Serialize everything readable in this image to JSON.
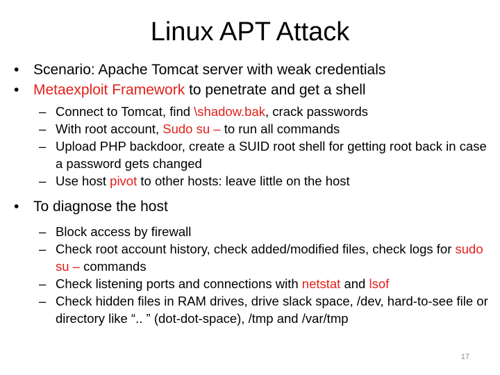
{
  "title": "Linux APT Attack",
  "bullets": [
    {
      "parts": [
        {
          "text": "Scenario: Apache Tomcat server with weak credentials",
          "red": false
        }
      ]
    },
    {
      "parts": [
        {
          "text": "Metaexploit Framework",
          "red": true
        },
        {
          "text": " to penetrate and get a shell",
          "red": false
        }
      ]
    }
  ],
  "sub1": [
    {
      "parts": [
        {
          "text": "Connect to Tomcat, find ",
          "red": false
        },
        {
          "text": "\\shadow.bak",
          "red": true
        },
        {
          "text": ", crack passwords",
          "red": false
        }
      ]
    },
    {
      "parts": [
        {
          "text": "With root account, ",
          "red": false
        },
        {
          "text": "Sudo su –",
          "red": true
        },
        {
          "text": " to run all commands",
          "red": false
        }
      ]
    },
    {
      "parts": [
        {
          "text": "Upload PHP backdoor, create a SUID root shell for getting root back in case a password gets changed",
          "red": false
        }
      ]
    },
    {
      "parts": [
        {
          "text": "Use host ",
          "red": false
        },
        {
          "text": "pivot",
          "red": true
        },
        {
          "text": " to other hosts: leave little on the host",
          "red": false
        }
      ]
    }
  ],
  "bullet3": "To diagnose the host",
  "sub2": [
    {
      "parts": [
        {
          "text": "Block access by firewall",
          "red": false
        }
      ]
    },
    {
      "parts": [
        {
          "text": "Check root account history, check added/modified files, check logs for ",
          "red": false
        },
        {
          "text": "sudo su –",
          "red": true
        },
        {
          "text": " commands",
          "red": false
        }
      ]
    },
    {
      "parts": [
        {
          "text": "Check listening ports and connections with ",
          "red": false
        },
        {
          "text": "netstat",
          "red": true
        },
        {
          "text": " and ",
          "red": false
        },
        {
          "text": "lsof",
          "red": true
        }
      ]
    },
    {
      "parts": [
        {
          "text": "Check hidden files in RAM drives, drive slack space, /dev, hard-to-see file or directory like “.. ” (dot-dot-space), /tmp and /var/tmp",
          "red": false
        }
      ]
    }
  ],
  "bullet_mark": "•",
  "dash_mark": "–",
  "page_number": "17",
  "colors": {
    "accent_red": "#e0201b",
    "text": "#000000",
    "page_number": "#8a8a8a"
  }
}
